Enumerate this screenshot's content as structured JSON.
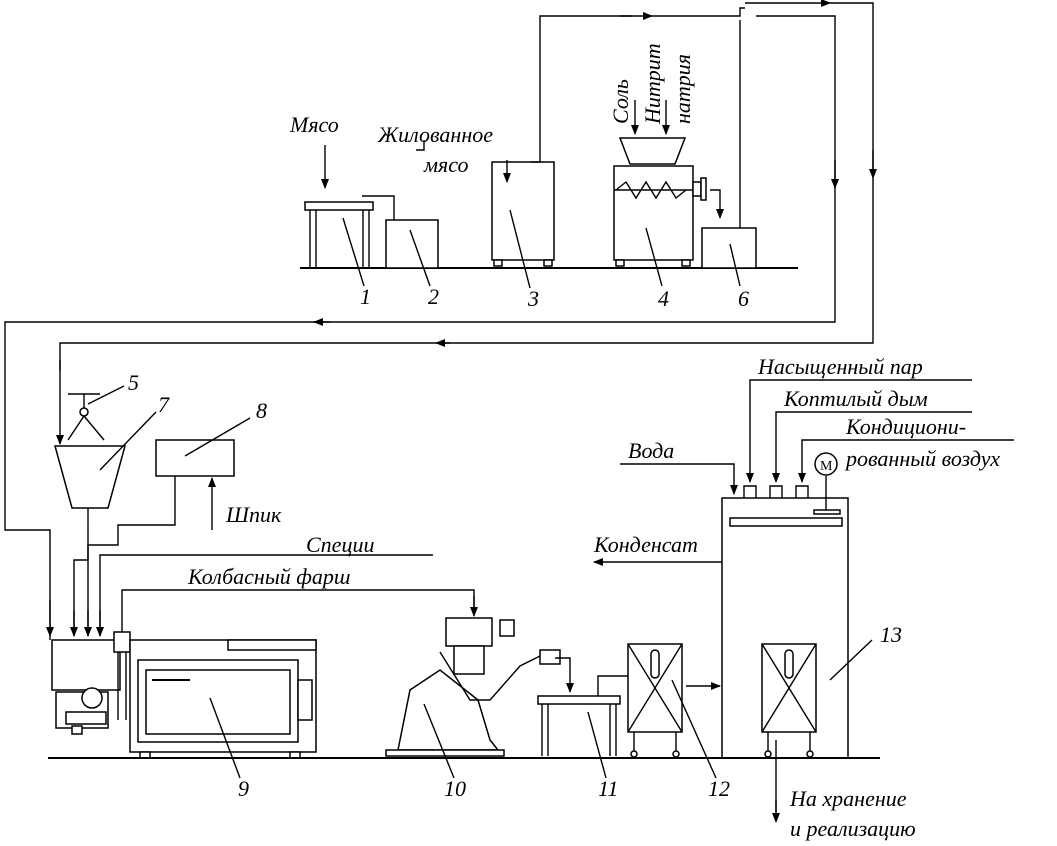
{
  "labels": {
    "meat": "Мясо",
    "trimmed_meat_1": "Жилованное",
    "trimmed_meat_2": "мясо",
    "salt": "Соль",
    "nitrite_1": "Нитрит",
    "nitrite_2": "натрия",
    "saturated_steam": "Насыщенный пар",
    "smoke": "Коптилый дым",
    "conditioned_air_1": "Кондициони-",
    "conditioned_air_2": "рованный воздух",
    "water": "Вода",
    "condensate": "Конденсат",
    "lard": "Шпик",
    "spices": "Специи",
    "sausage_mince": "Колбасный фарш",
    "storage_1": "На хранение",
    "storage_2": "и реализацию",
    "motor": "М"
  },
  "numbers": {
    "n1": "1",
    "n2": "2",
    "n3": "3",
    "n4": "4",
    "n5": "5",
    "n6": "6",
    "n7": "7",
    "n8": "8",
    "n9": "9",
    "n10": "10",
    "n11": "11",
    "n12": "12",
    "n13": "13"
  }
}
